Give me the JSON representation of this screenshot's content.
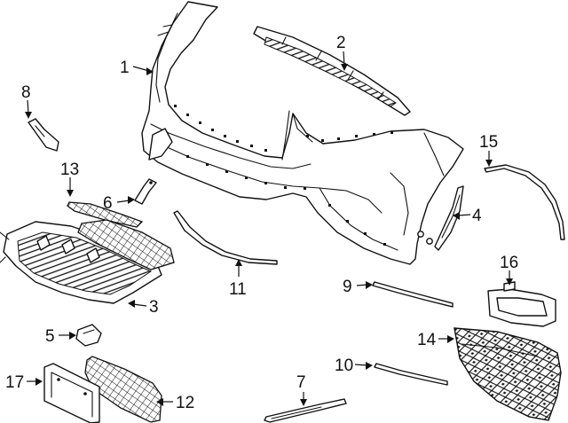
{
  "diagram": {
    "accent_color": "#111111",
    "background_color": "#ffffff",
    "callouts": [
      {
        "id": "1",
        "label": "1",
        "part": "bumper-cover"
      },
      {
        "id": "2",
        "label": "2",
        "part": "upper-grille-insert"
      },
      {
        "id": "3",
        "label": "3",
        "part": "lower-grille-carrier"
      },
      {
        "id": "4",
        "label": "4",
        "part": "side-trim-right"
      },
      {
        "id": "5",
        "label": "5",
        "part": "small-cover"
      },
      {
        "id": "6",
        "label": "6",
        "part": "mounting-bracket"
      },
      {
        "id": "7",
        "label": "7",
        "part": "lower-trim-strip"
      },
      {
        "id": "8",
        "label": "8",
        "part": "upper-bracket"
      },
      {
        "id": "9",
        "label": "9",
        "part": "chrome-molding-upper"
      },
      {
        "id": "10",
        "label": "10",
        "part": "chrome-molding-lower"
      },
      {
        "id": "11",
        "label": "11",
        "part": "lower-molding-left"
      },
      {
        "id": "12",
        "label": "12",
        "part": "mesh-grille-lower"
      },
      {
        "id": "13",
        "label": "13",
        "part": "center-grille"
      },
      {
        "id": "14",
        "label": "14",
        "part": "side-mesh-grille"
      },
      {
        "id": "15",
        "label": "15",
        "part": "wheel-arch-trim"
      },
      {
        "id": "16",
        "label": "16",
        "part": "fog-lamp-bezel"
      },
      {
        "id": "17",
        "label": "17",
        "part": "license-plate-bracket"
      }
    ]
  }
}
